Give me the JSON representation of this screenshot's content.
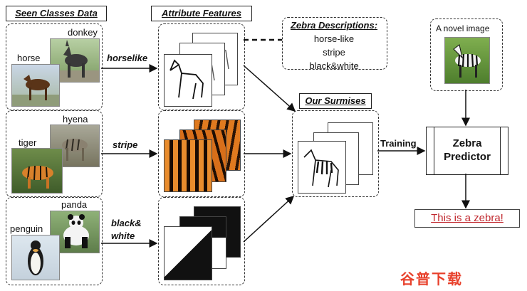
{
  "sections": {
    "seen_classes": "Seen Classes Data",
    "attribute_features": "Attribute Features",
    "zebra_descriptions": "Zebra Descriptions:",
    "our_surmises": "Our Surmises",
    "novel_image": "A novel image"
  },
  "classes": [
    "donkey",
    "horse",
    "hyena",
    "tiger",
    "panda",
    "penguin"
  ],
  "attributes": [
    "horselike",
    "stripe",
    "black&",
    "white"
  ],
  "descriptions": [
    "horse-like",
    "stripe",
    "black&white"
  ],
  "training_label": "Training",
  "predictor": {
    "line1": "Zebra",
    "line2": "Predictor"
  },
  "result": "This is a zebra!",
  "watermark": "谷普下载",
  "colors": {
    "result_text": "#c0272d",
    "watermark": "#e8412c"
  }
}
